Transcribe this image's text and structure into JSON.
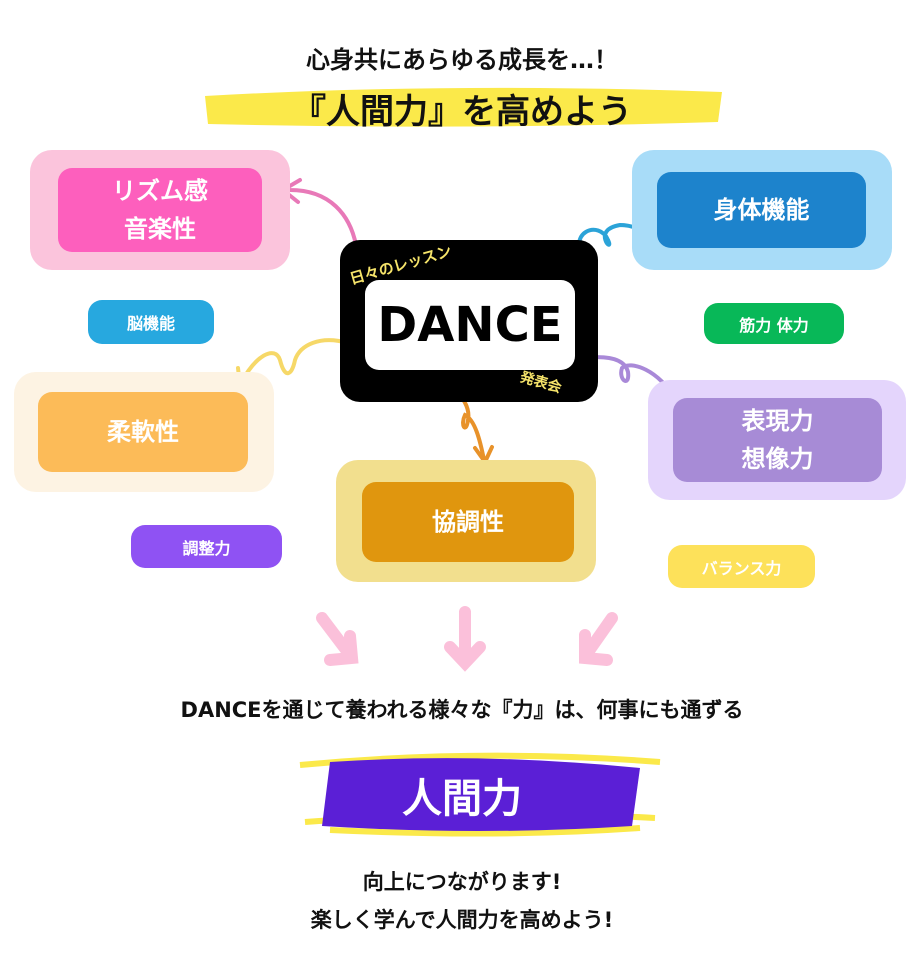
{
  "header": {
    "line1": "心身共にあらゆる成長を…！",
    "line2": "『人間力』を高めよう"
  },
  "center": {
    "title": "DANCE",
    "top_label": "日々のレッスン",
    "bottom_label": "発表会"
  },
  "boxes": [
    {
      "label": "リズム感\n音楽性",
      "outer": "#fbc4dc",
      "inner": "#fd5fbd"
    },
    {
      "label": "身体機能",
      "outer": "#a8dcf8",
      "inner": "#1d83cc"
    },
    {
      "label": "柔軟性",
      "outer": "#fdf3e3",
      "inner": "#fcbb58"
    },
    {
      "label": "表現力\n想像力",
      "outer": "#e4d5fc",
      "inner": "#a78bd6"
    },
    {
      "label": "協調性",
      "outer": "#f2df8e",
      "inner": "#e0960e"
    }
  ],
  "pills": [
    {
      "label": "脳機能",
      "color": "#27a8df"
    },
    {
      "label": "筋力 体力",
      "color": "#08b858"
    },
    {
      "label": "調整力",
      "color": "#8f52f3"
    },
    {
      "label": "バランス力",
      "color": "#fde15a"
    }
  ],
  "message": "DANCEを通じて養われる様々な『力』は、何事にも通ずる",
  "banner": "人間力",
  "footer": {
    "line1": "向上につながります!",
    "line2": "楽しく学んで人間力を高めよう!"
  }
}
